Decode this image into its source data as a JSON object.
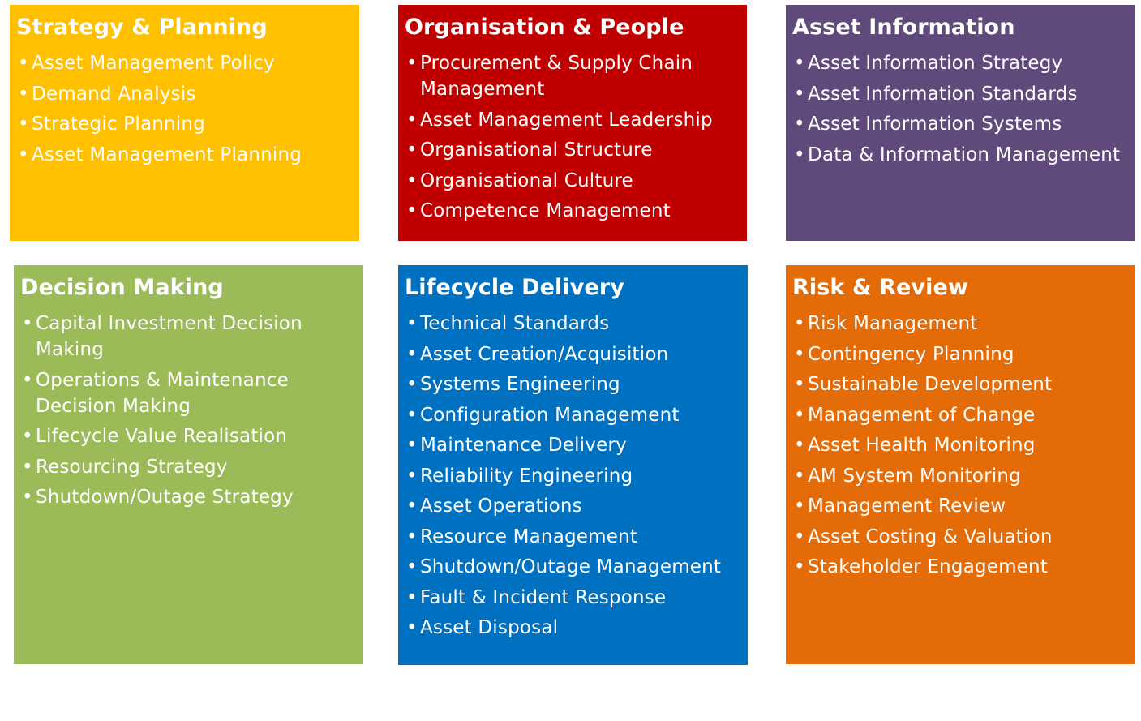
{
  "boxes": [
    {
      "id": "box-strategy",
      "title": "Strategy & Planning",
      "color": "#FFC000",
      "items": [
        "Asset Management Policy",
        "Demand Analysis",
        "Strategic Planning",
        "Asset Management Planning"
      ]
    },
    {
      "id": "box-org",
      "title": "Organisation & People",
      "color": "#C00000",
      "items": [
        "Procurement & Supply Chain Management",
        "Asset Management Leadership",
        "Organisational Structure",
        "Organisational Culture",
        "Competence Management"
      ]
    },
    {
      "id": "box-info",
      "title": "Asset Information",
      "color": "#604A7B",
      "items": [
        "Asset Information Strategy",
        "Asset Information Standards",
        "Asset Information Systems",
        "Data & Information Management"
      ]
    },
    {
      "id": "box-decision",
      "title": "Decision Making",
      "color": "#9BBB59",
      "items": [
        "Capital Investment Decision Making",
        "Operations & Maintenance Decision Making",
        "Lifecycle Value Realisation",
        "Resourcing Strategy",
        "Shutdown/Outage Strategy"
      ]
    },
    {
      "id": "box-lifecycle",
      "title": "Lifecycle Delivery",
      "color": "#0070C0",
      "items": [
        "Technical Standards",
        "Asset Creation/Acquisition",
        "Systems Engineering",
        "Configuration Management",
        "Maintenance Delivery",
        "Reliability Engineering",
        "Asset Operations",
        "Resource Management",
        "Shutdown/Outage Management",
        "Fault & Incident Response",
        "Asset Disposal"
      ]
    },
    {
      "id": "box-risk",
      "title": "Risk & Review",
      "color": "#E36C09",
      "items": [
        "Risk Management",
        "Contingency Planning",
        "Sustainable Development",
        "Management of Change",
        "Asset Health Monitoring",
        "AM System Monitoring",
        "Management Review",
        "Asset Costing & Valuation",
        "Stakeholder Engagement"
      ]
    }
  ]
}
